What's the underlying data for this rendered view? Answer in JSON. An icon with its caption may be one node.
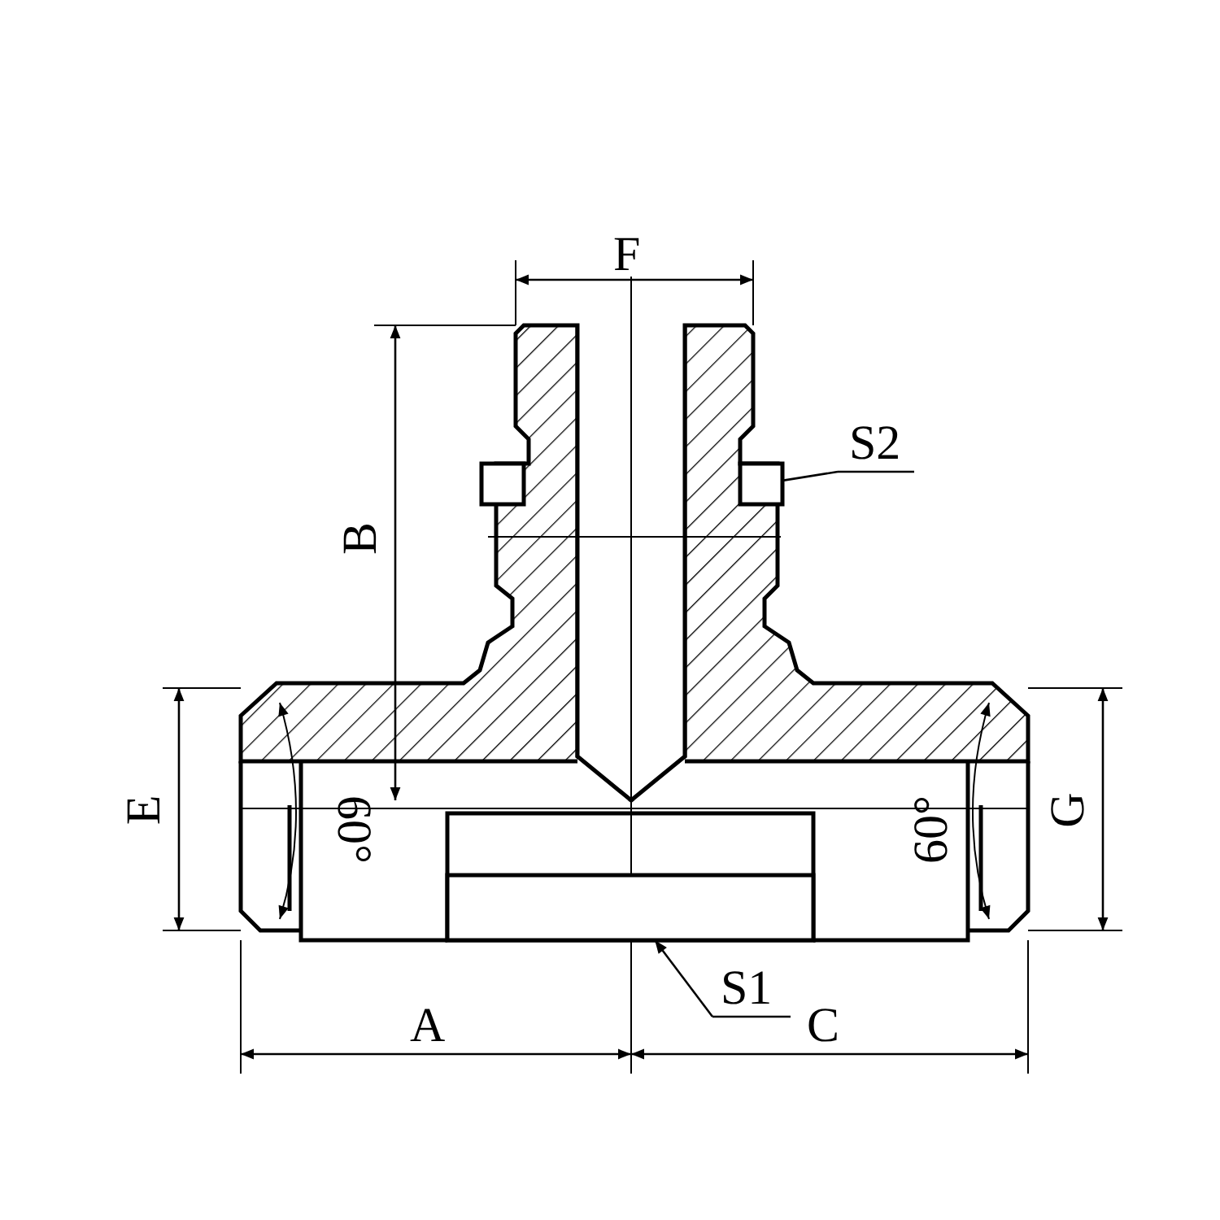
{
  "diagram": {
    "nodes": [
      {
        "text": [
          "S2"
        ]
      },
      {
        "text": [],
        "shape": "box"
      },
      {
        "text": [
          "S1"
        ]
      },
      {
        "text": [],
        "shape": "box"
      }
    ],
    "edges": [
      {
        "from": 0,
        "to": 1,
        "arrow": "none"
      },
      {
        "from": 2,
        "to": 3,
        "arrow": "to"
      }
    ],
    "labels": [
      "F",
      "B",
      "E",
      "60°",
      "60°",
      "G",
      "A",
      "C"
    ]
  }
}
